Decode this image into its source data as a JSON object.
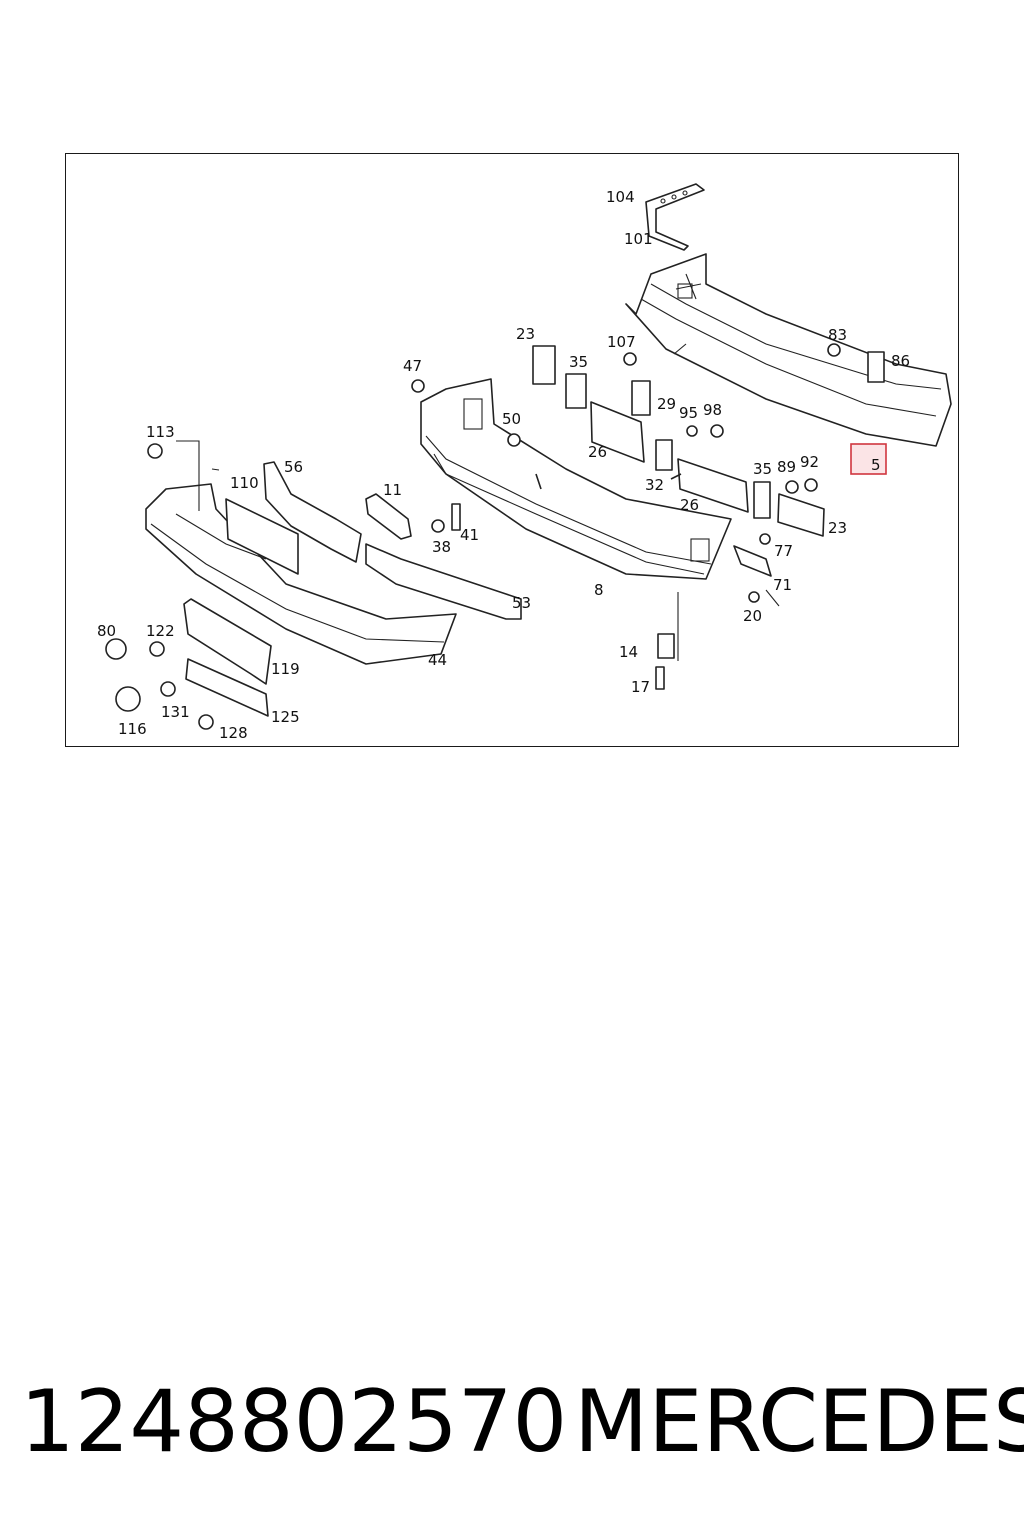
{
  "diagram": {
    "callouts": [
      "104",
      "101",
      "23",
      "107",
      "35",
      "83",
      "86",
      "47",
      "50",
      "29",
      "95",
      "98",
      "5",
      "26",
      "32",
      "35",
      "89",
      "92",
      "113",
      "56",
      "110",
      "11",
      "41",
      "38",
      "26",
      "23",
      "77",
      "71",
      "8",
      "20",
      "53",
      "80",
      "122",
      "119",
      "44",
      "14",
      "17",
      "116",
      "131",
      "125",
      "128"
    ],
    "highlighted_callout": "5",
    "colors": {
      "line": "#222222",
      "highlight_fill": "#fbe4e6",
      "highlight_stroke": "#d0363f"
    }
  },
  "caption": {
    "part_number": "1248802570",
    "brand": "MERCEDES"
  }
}
